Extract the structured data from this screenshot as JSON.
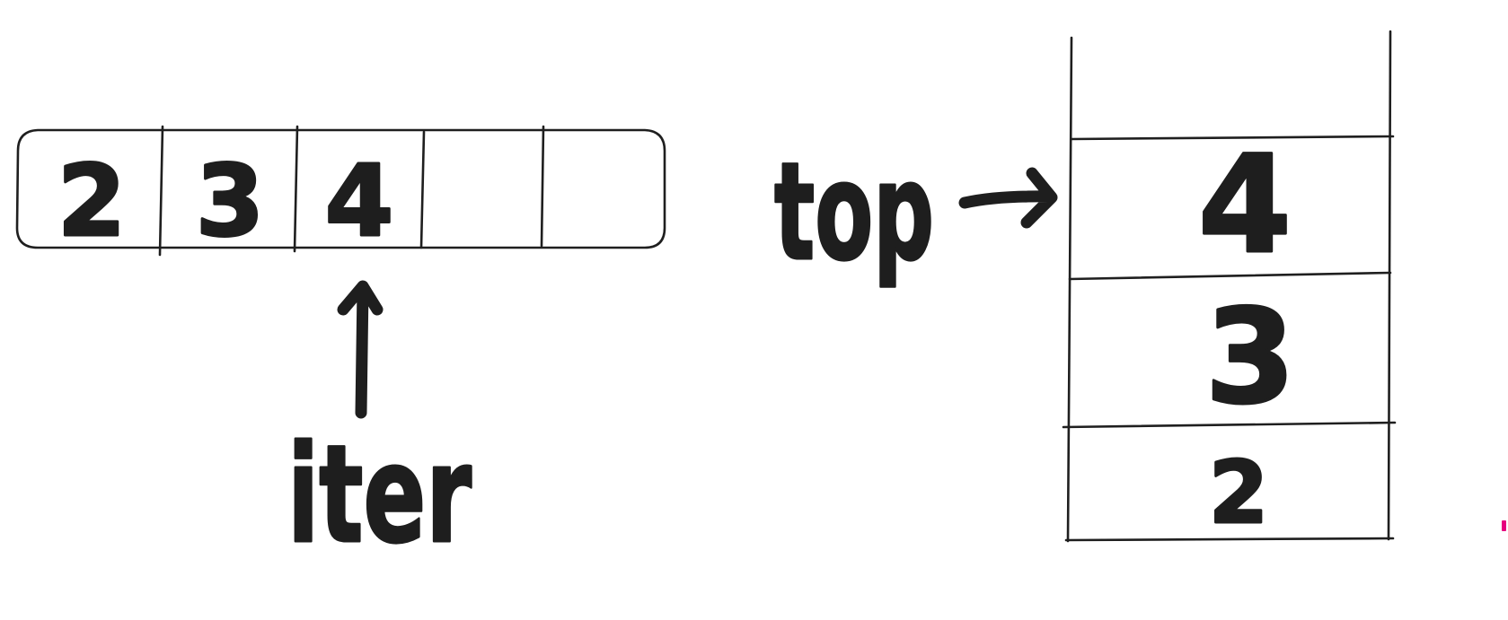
{
  "array": {
    "cells": [
      "2",
      "3",
      "4",
      "",
      ""
    ]
  },
  "iterator": {
    "label": "iter"
  },
  "stack": {
    "top_label": "top",
    "cells": [
      "",
      "4",
      "3",
      "2"
    ]
  },
  "colors": {
    "ink": "#1e1e1e",
    "accent_mark": "#e6007e"
  }
}
